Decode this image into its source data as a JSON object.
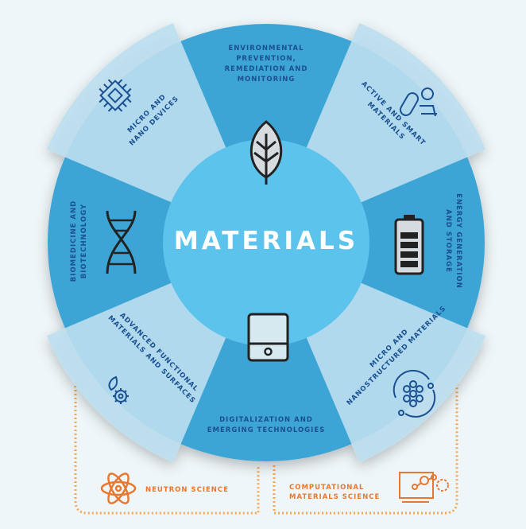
{
  "center_title": "MATERIALS",
  "segments": {
    "top": "ENVIRONMENTAL PREVENTION, REMEDIATION AND MONITORING",
    "top_line1": "ENVIRONMENTAL",
    "top_line2": "PREVENTION,",
    "top_line3": "REMEDIATION AND",
    "top_line4": "MONITORING",
    "top_right_1": "ACTIVE AND SMART",
    "top_right_2": "MATERIALS",
    "right_1": "ENERGY GENERATION",
    "right_2": "AND STORAGE",
    "bottom_right_1": "MICRO AND",
    "bottom_right_2": "NANOSTRUCTURED MATERIALS",
    "bottom_1": "DIGITALIZATION AND",
    "bottom_2": "EMERGING TECHNOLOGIES",
    "bottom_left_1": "ADVANCED FUNCTIONAL",
    "bottom_left_2": "MATERIALS AND  SURFACES",
    "left_1": "BIOMEDICINE AND",
    "left_2": "BIOTECHNOLOGY",
    "top_left_1": "MICRO AND",
    "top_left_2": "NANO DEVICES"
  },
  "support": {
    "neutron": "NEUTRON SCIENCE",
    "computational_1": "COMPUTATIONAL",
    "computational_2": "MATERIALS SCIENCE"
  },
  "colors": {
    "dark": "#3ea5d6",
    "inner": "#5cc3ec",
    "light": "#bcdff0",
    "text": "#1a4f91",
    "orange": "#e8782f"
  }
}
